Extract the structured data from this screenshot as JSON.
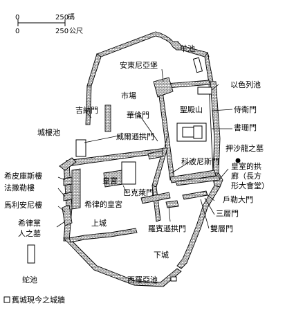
{
  "scale": {
    "top": {
      "start": "0",
      "end": "250",
      "unit": "碼"
    },
    "bottom": {
      "start": "0",
      "end": "250",
      "unit": "公尺"
    }
  },
  "labels": {
    "sheep_pool": "羊池",
    "antonia": "安東尼亞堡",
    "market": "市場",
    "pool_israel": "以色列池",
    "temple_mount": "聖殿山",
    "guard_gate": "侍衛門",
    "gennath_gate": "吉納門",
    "huldah": "華倫門",
    "scribe_gate": "書珊門",
    "tower_pool": "城樓池",
    "wilson_arch": "威爾遜拱門",
    "hasmonean_tomb": "押沙龍之墓",
    "coponius_gate": "科波尼斯門",
    "royal_stoa_1": "皇室的拱",
    "royal_stoa_2": "廊（長方",
    "royal_stoa_3": "形大會堂）",
    "hippicus": "希皮庫斯樓",
    "palace": "皇宮",
    "barclay_gate": "巴克萊門",
    "phasael": "法撒勒樓",
    "herod_palace": "希律的皇宮",
    "triple_gate": "戶勒大門",
    "mariamne": "馬利安尼樓",
    "three_gate": "三層門",
    "upper_city": "上城",
    "robinson_arch": "羅賓遜拱門",
    "double_gate": "雙層門",
    "herod_tomb_1": "希律黨",
    "herod_tomb_2": "人之墓",
    "lower_city": "下城",
    "serpent_pool": "蛇池",
    "siloam_pool": "西羅亞池"
  },
  "legend": {
    "text": "舊城現今之城牆"
  }
}
